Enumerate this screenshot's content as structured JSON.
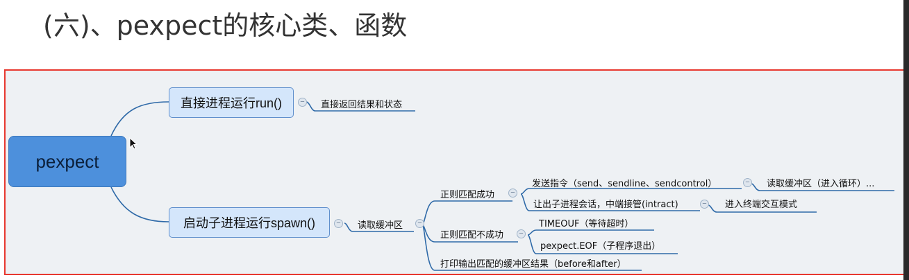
{
  "page_title": "(六)、pexpect的核心类、函数",
  "mindmap": {
    "root": "pexpect",
    "run_node": "直接进程运行run()",
    "run_leaf": "直接返回结果和状态",
    "spawn_node": "启动子进程运行spawn()",
    "read_buffer": "读取缓冲区",
    "match_success": "正则匹配成功",
    "send_cmd": "发送指令（send、sendline、sendcontrol）",
    "read_loop": "读取缓冲区（进入循环）...",
    "interact": "让出子进程会话，中端接管(intract)",
    "terminal_mode": "进入终端交互模式",
    "match_fail": "正则匹配不成功",
    "timeout": "TIMEOUF（等待超时）",
    "eof": "pexpect.EOF（子程序退出）",
    "print_buffer": "打印输出匹配的缓冲区结果（before和after）",
    "collapse_symbol": "−"
  },
  "colors": {
    "frame_border": "#e8382f",
    "root_fill": "#4d90dc",
    "node_fill": "#d4e6fb",
    "edge": "#2f6aa8"
  },
  "icons": [
    "collapse-icon",
    "mouse-cursor-icon"
  ]
}
